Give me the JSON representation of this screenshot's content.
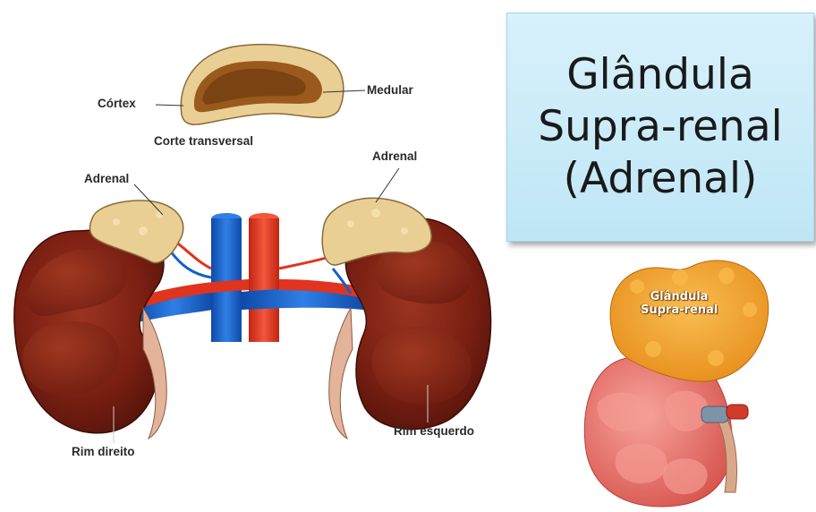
{
  "title": {
    "line1": "Glândula",
    "line2": "Supra-renal",
    "line3": "(Adrenal)"
  },
  "labels": {
    "cortex": "Córtex",
    "medular": "Medular",
    "cross_section": "Corte transversal",
    "adrenal_left": "Adrenal",
    "adrenal_right": "Adrenal",
    "right_kidney": "Rim direito",
    "left_kidney": "Rim esquerdo"
  },
  "inset": {
    "label_line1": "Glândula",
    "label_line2": "Supra-renal"
  },
  "colors": {
    "kidney": "#7a1f12",
    "adrenal": "#e9cf93",
    "vein": "#1560c8",
    "artery": "#e0341e",
    "title_bg": "#c8ebf8",
    "inset_gland": "#f2a02a",
    "inset_kidney": "#ee7a73"
  }
}
